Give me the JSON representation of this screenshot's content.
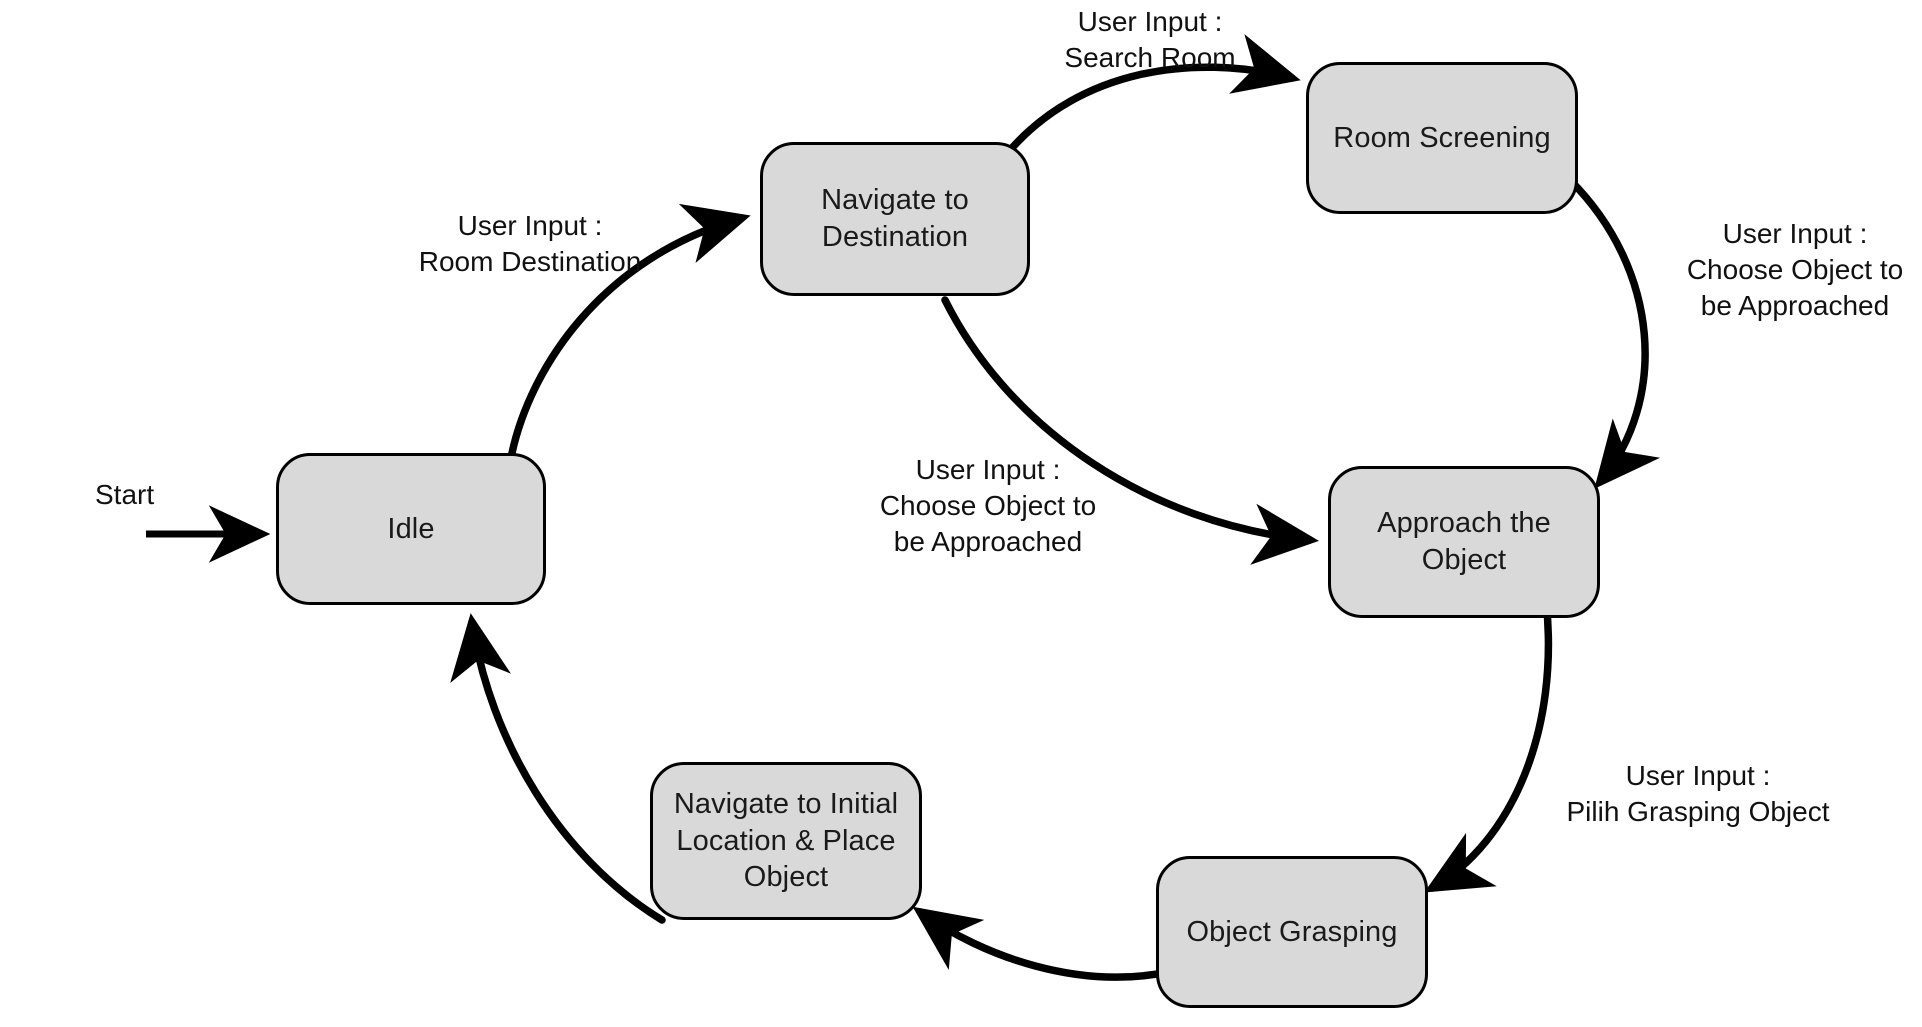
{
  "diagram": {
    "type": "state-machine",
    "title": "",
    "background_color": "#ffffff",
    "node_fill_color": "#d9d9d9",
    "node_stroke_color": "#000000",
    "edge_color": "#000000",
    "text_color": "#111111",
    "start_marker": {
      "label": "Start",
      "target": "Idle"
    },
    "nodes": [
      {
        "id": "idle",
        "label": "Idle"
      },
      {
        "id": "navigate_to_destination",
        "label": "Navigate to\nDestination"
      },
      {
        "id": "room_screening",
        "label": "Room Screening"
      },
      {
        "id": "approach_the_object",
        "label": "Approach the\nObject"
      },
      {
        "id": "object_grasping",
        "label": "Object Grasping"
      },
      {
        "id": "navigate_to_initial",
        "label": "Navigate to Initial\nLocation & Place\nObject"
      }
    ],
    "edges": [
      {
        "id": "start-to-idle",
        "from": "start",
        "to": "idle",
        "label": ""
      },
      {
        "id": "idle-to-navigate",
        "from": "idle",
        "to": "navigate_to_destination",
        "label": "User Input :\nRoom Destination"
      },
      {
        "id": "navigate-to-room-screening",
        "from": "navigate_to_destination",
        "to": "room_screening",
        "label": "User Input :\nSearch Room"
      },
      {
        "id": "room-screening-to-approach",
        "from": "room_screening",
        "to": "approach_the_object",
        "label": "User Input :\nChoose Object to\nbe Approached"
      },
      {
        "id": "navigate-to-approach",
        "from": "navigate_to_destination",
        "to": "approach_the_object",
        "label": "User Input :\nChoose Object to\nbe Approached"
      },
      {
        "id": "approach-to-grasping",
        "from": "approach_the_object",
        "to": "object_grasping",
        "label": "User Input :\nPilih Grasping Object"
      },
      {
        "id": "grasping-to-navigate-initial",
        "from": "object_grasping",
        "to": "navigate_to_initial",
        "label": ""
      },
      {
        "id": "navigate-initial-to-idle",
        "from": "navigate_to_initial",
        "to": "idle",
        "label": ""
      }
    ]
  }
}
